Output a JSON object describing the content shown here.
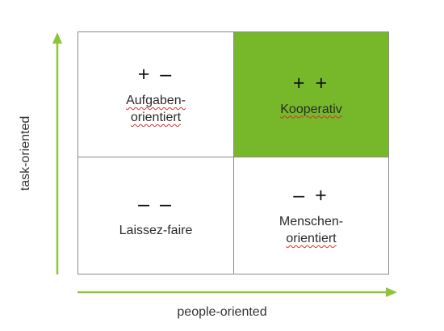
{
  "axes": {
    "y_label": "task-oriented",
    "x_label": "people-oriented",
    "arrow_color": "#8fc33a"
  },
  "quadrants": {
    "top_left": {
      "signs": "+ –",
      "label_line1": "Aufgaben-",
      "label_line2": "orientiert",
      "fill": "#ffffff"
    },
    "top_right": {
      "signs": "+ +",
      "label_line1": "Kooperativ",
      "fill": "#76b82a"
    },
    "bottom_left": {
      "signs": "– –",
      "label_line1": "Laissez-faire",
      "fill": "#ffffff"
    },
    "bottom_right": {
      "signs": "– +",
      "label_line1": "Menschen-",
      "label_line2": "orientiert",
      "fill": "#ffffff"
    }
  }
}
